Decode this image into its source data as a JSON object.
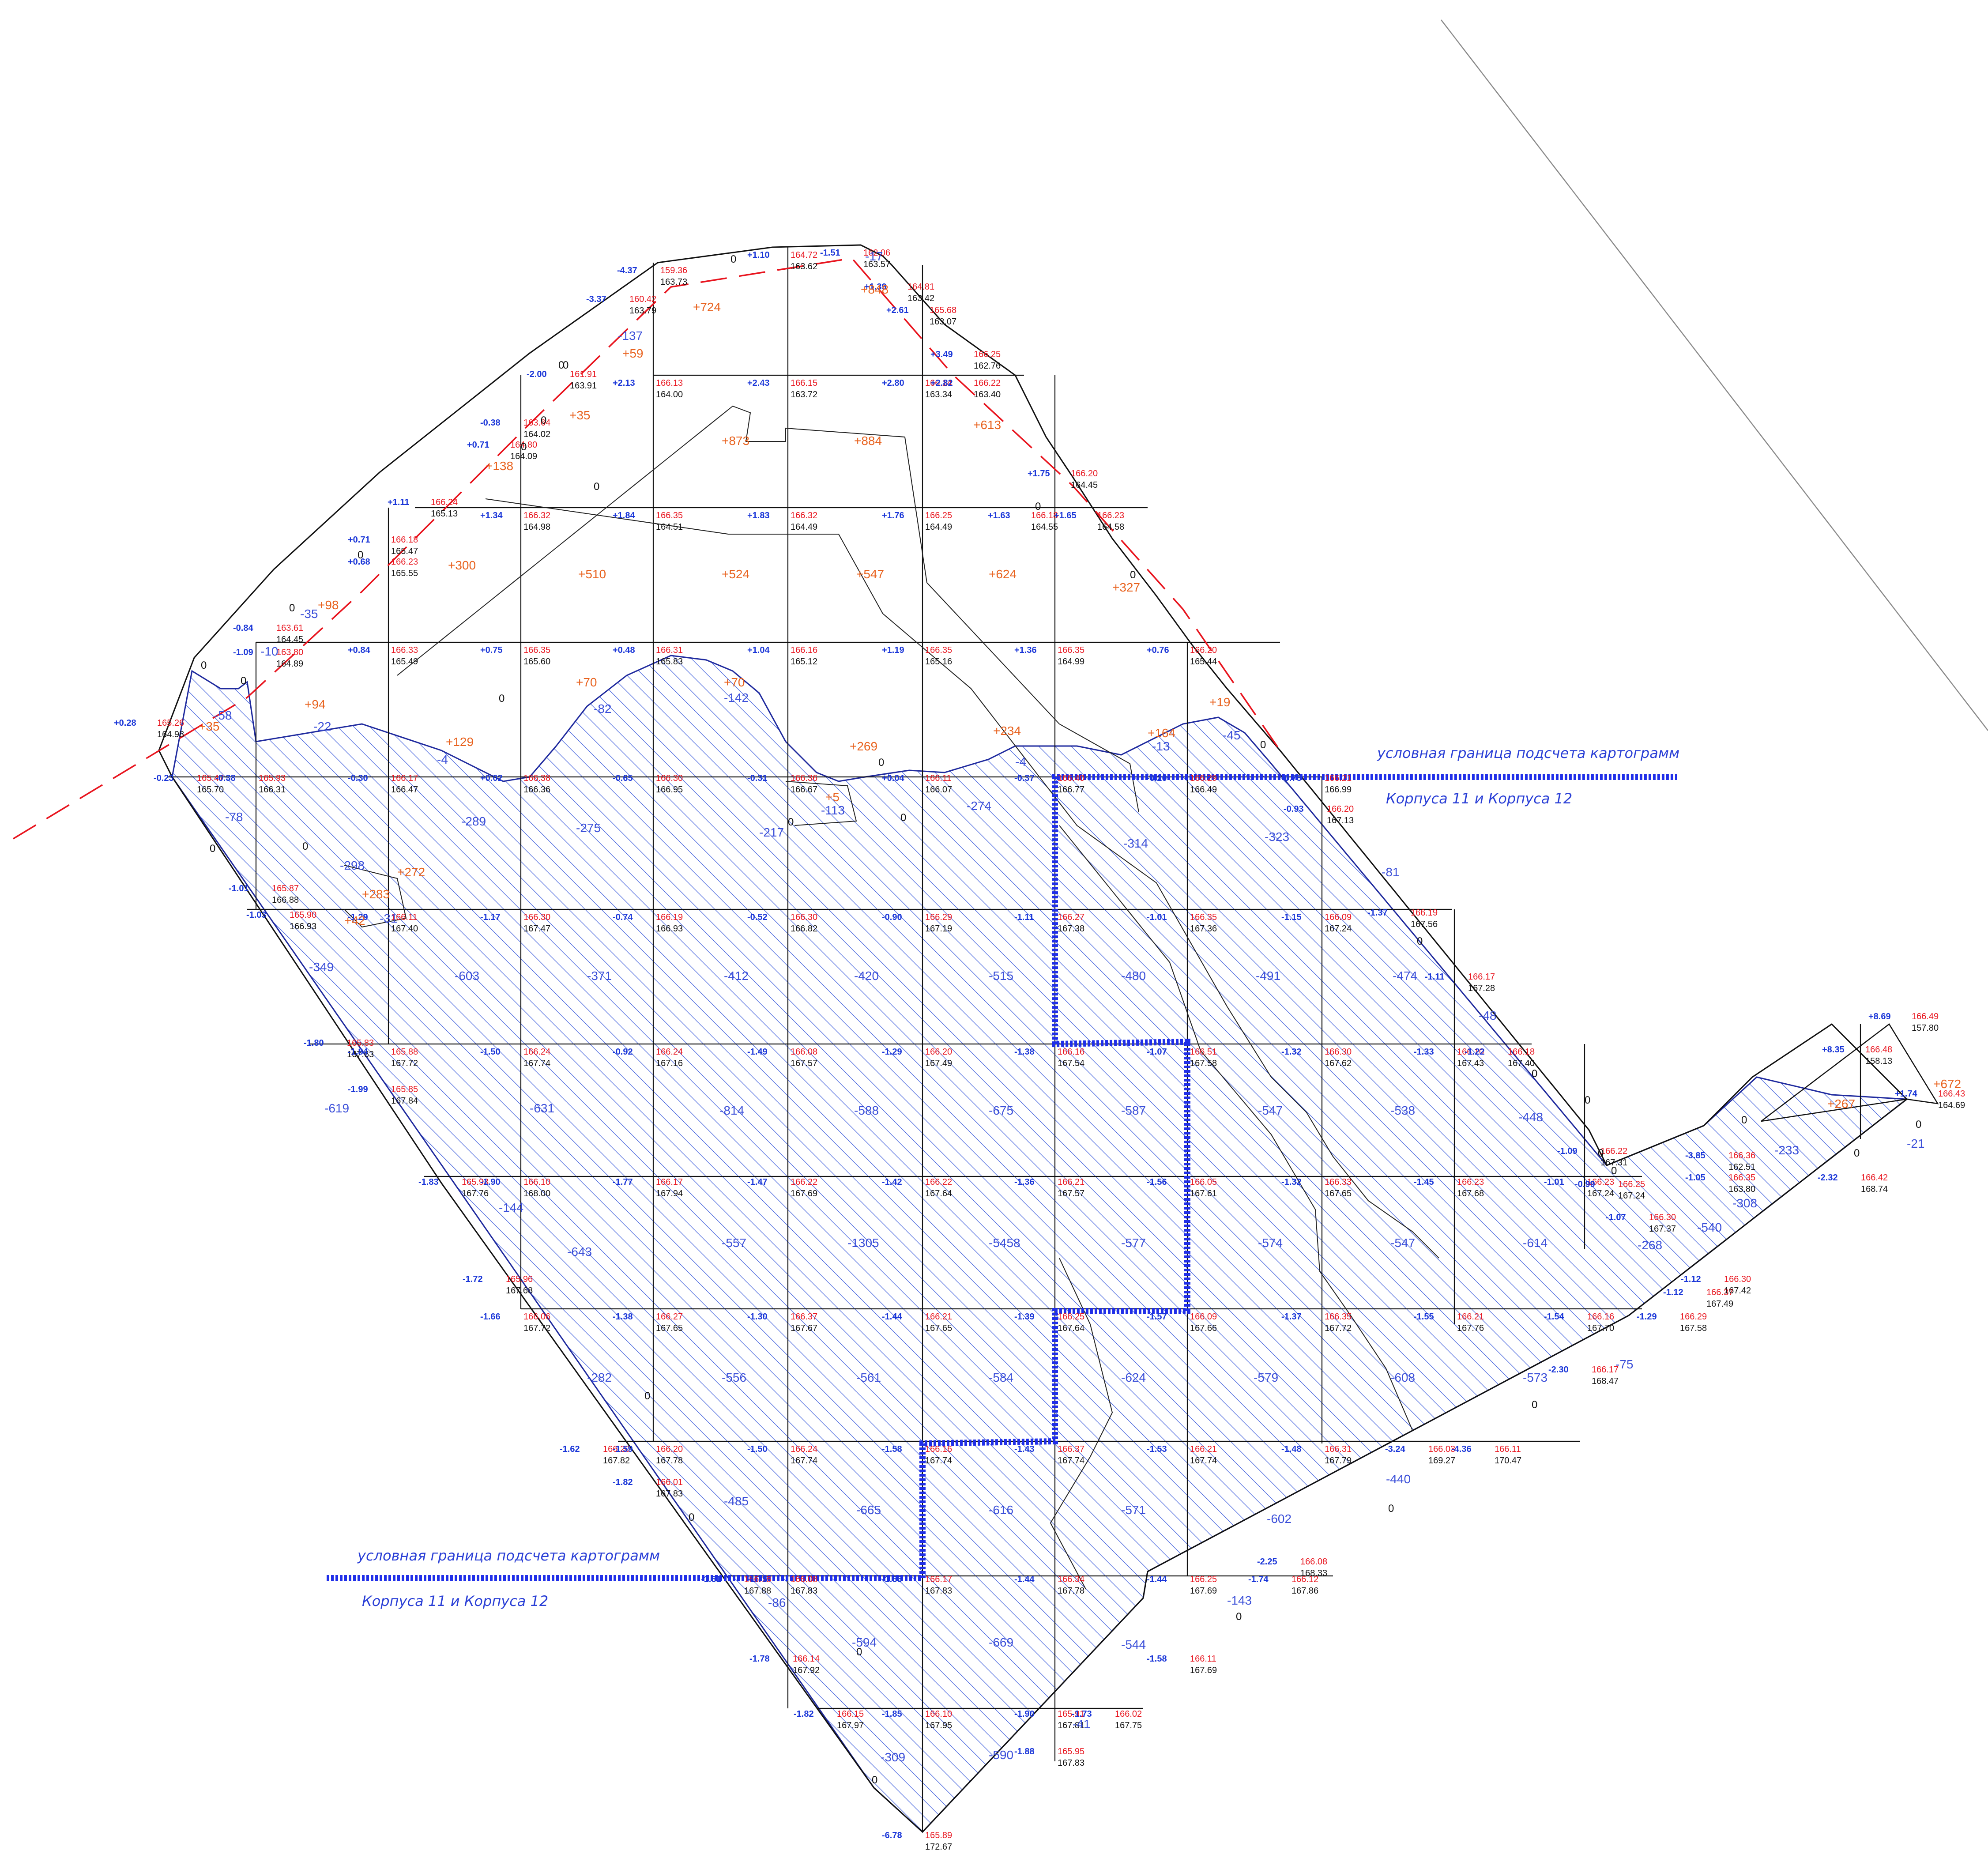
{
  "boundary_notes": [
    {
      "line1": "условная граница подсчета картограмм",
      "line2": "Корпуса 11 и Корпуса 12"
    },
    {
      "line1": "условная граница подсчета картограмм",
      "line2": "Корпуса 11 и Корпуса 12"
    }
  ],
  "colors": {
    "design_elev": "#e8141e",
    "existing_elev": "#111111",
    "work_mark": "#1a36d8",
    "cut_volume": "#3b4fd9",
    "fill_volume": "#e8621e",
    "hatch": "#3b5bdb",
    "boundary": "#1f2ee8"
  },
  "nodes": [
    {
      "w": "-4.37",
      "d": "159.36",
      "e": "163.73"
    },
    {
      "w": "+1.10",
      "d": "164.72",
      "e": "163.62"
    },
    {
      "w": "-1.51",
      "d": "162.06",
      "e": "163.57"
    },
    {
      "w": "-3.37",
      "d": "160.42",
      "e": "163.79"
    },
    {
      "w": "+1.39",
      "d": "164.81",
      "e": "163.42"
    },
    {
      "w": "+2.61",
      "d": "165.68",
      "e": "163.07"
    },
    {
      "w": "+3.49",
      "d": "166.25",
      "e": "162.76"
    },
    {
      "w": "+2.13",
      "d": "166.13",
      "e": "164.00"
    },
    {
      "w": "+2.43",
      "d": "166.15",
      "e": "163.72"
    },
    {
      "w": "+2.80",
      "d": "166.14",
      "e": "163.34"
    },
    {
      "w": "+2.82",
      "d": "166.22",
      "e": "163.40"
    },
    {
      "w": "-2.00",
      "d": "161.91",
      "e": "163.91"
    },
    {
      "w": "-0.38",
      "d": "163.64",
      "e": "164.02"
    },
    {
      "w": "+0.71",
      "d": "164.80",
      "e": "164.09"
    },
    {
      "w": "+1.75",
      "d": "166.20",
      "e": "164.45"
    },
    {
      "w": "+1.11",
      "d": "166.24",
      "e": "165.13"
    },
    {
      "w": "+1.34",
      "d": "166.32",
      "e": "164.98"
    },
    {
      "w": "+1.84",
      "d": "166.35",
      "e": "164.51"
    },
    {
      "w": "+1.83",
      "d": "166.32",
      "e": "164.49"
    },
    {
      "w": "+1.76",
      "d": "166.25",
      "e": "164.49"
    },
    {
      "w": "+1.63",
      "d": "166.18",
      "e": "164.55"
    },
    {
      "w": "+1.65",
      "d": "166.23",
      "e": "164.58"
    },
    {
      "w": "+0.71",
      "d": "166.18",
      "e": "165.47"
    },
    {
      "w": "+0.68",
      "d": "166.23",
      "e": "165.55"
    },
    {
      "w": "-0.84",
      "d": "163.61",
      "e": "164.45"
    },
    {
      "w": "-1.09",
      "d": "163.80",
      "e": "164.89"
    },
    {
      "w": "+0.84",
      "d": "166.33",
      "e": "165.49"
    },
    {
      "w": "+0.75",
      "d": "166.35",
      "e": "165.60"
    },
    {
      "w": "+0.48",
      "d": "166.31",
      "e": "165.83"
    },
    {
      "w": "+1.04",
      "d": "166.16",
      "e": "165.12"
    },
    {
      "w": "+1.19",
      "d": "166.35",
      "e": "165.16"
    },
    {
      "w": "+1.36",
      "d": "166.35",
      "e": "164.99"
    },
    {
      "w": "+0.76",
      "d": "166.20",
      "e": "165.44"
    },
    {
      "w": "+0.28",
      "d": "165.26",
      "e": "164.98"
    },
    {
      "w": "-0.23",
      "d": "165.47",
      "e": "165.70"
    },
    {
      "w": "-0.38",
      "d": "165.93",
      "e": "166.31"
    },
    {
      "w": "-0.30",
      "d": "166.17",
      "e": "166.47"
    },
    {
      "w": "+0.02",
      "d": "166.38",
      "e": "166.36"
    },
    {
      "w": "-0.65",
      "d": "166.30",
      "e": "166.95"
    },
    {
      "w": "-0.31",
      "d": "166.36",
      "e": "166.67"
    },
    {
      "w": "+0.04",
      "d": "166.11",
      "e": "166.07"
    },
    {
      "w": "-0.37",
      "d": "166.40",
      "e": "166.77"
    },
    {
      "w": "-0.20",
      "d": "166.29",
      "e": "166.49"
    },
    {
      "w": "-0.78",
      "d": "166.21",
      "e": "166.99"
    },
    {
      "w": "-0.93",
      "d": "166.20",
      "e": "167.13"
    },
    {
      "w": "-1.01",
      "d": "165.87",
      "e": "166.88"
    },
    {
      "w": "-1.03",
      "d": "165.90",
      "e": "166.93"
    },
    {
      "w": "-1.29",
      "d": "166.11",
      "e": "167.40"
    },
    {
      "w": "-1.17",
      "d": "166.30",
      "e": "167.47"
    },
    {
      "w": "-0.74",
      "d": "166.19",
      "e": "166.93"
    },
    {
      "w": "-0.52",
      "d": "166.30",
      "e": "166.82"
    },
    {
      "w": "-0.90",
      "d": "166.29",
      "e": "167.19"
    },
    {
      "w": "-1.11",
      "d": "166.27",
      "e": "167.38"
    },
    {
      "w": "-1.01",
      "d": "166.35",
      "e": "167.36"
    },
    {
      "w": "-1.15",
      "d": "166.09",
      "e": "167.24"
    },
    {
      "w": "-1.37",
      "d": "166.19",
      "e": "167.56"
    },
    {
      "w": "-1.11",
      "d": "166.17",
      "e": "167.28"
    },
    {
      "w": "-1.80",
      "d": "165.83",
      "e": "167.63"
    },
    {
      "w": "-1.84",
      "d": "165.88",
      "e": "167.72"
    },
    {
      "w": "-1.50",
      "d": "166.24",
      "e": "167.74"
    },
    {
      "w": "-0.92",
      "d": "166.24",
      "e": "167.16"
    },
    {
      "w": "-1.49",
      "d": "166.08",
      "e": "167.57"
    },
    {
      "w": "-1.29",
      "d": "166.20",
      "e": "167.49"
    },
    {
      "w": "-1.38",
      "d": "166.16",
      "e": "167.54"
    },
    {
      "w": "-1.07",
      "d": "166.51",
      "e": "167.58"
    },
    {
      "w": "-1.32",
      "d": "166.30",
      "e": "167.62"
    },
    {
      "w": "-1.33",
      "d": "166.10",
      "e": "167.43"
    },
    {
      "w": "-1.22",
      "d": "166.18",
      "e": "167.40"
    },
    {
      "w": "-1.99",
      "d": "165.85",
      "e": "167.84"
    },
    {
      "w": "-1.83",
      "d": "165.93",
      "e": "167.76"
    },
    {
      "w": "-1.90",
      "d": "166.10",
      "e": "168.00"
    },
    {
      "w": "-1.77",
      "d": "166.17",
      "e": "167.94"
    },
    {
      "w": "-1.47",
      "d": "166.22",
      "e": "167.69"
    },
    {
      "w": "-1.42",
      "d": "166.22",
      "e": "167.64"
    },
    {
      "w": "-1.36",
      "d": "166.21",
      "e": "167.57"
    },
    {
      "w": "-1.56",
      "d": "166.05",
      "e": "167.61"
    },
    {
      "w": "-1.32",
      "d": "166.33",
      "e": "167.65"
    },
    {
      "w": "-1.45",
      "d": "166.23",
      "e": "167.68"
    },
    {
      "w": "-1.01",
      "d": "166.23",
      "e": "167.24"
    },
    {
      "w": "-1.09",
      "d": "166.22",
      "e": "167.31"
    },
    {
      "w": "-0.99",
      "d": "166.25",
      "e": "167.24"
    },
    {
      "w": "-1.07",
      "d": "166.30",
      "e": "167.37"
    },
    {
      "w": "-1.72",
      "d": "165.96",
      "e": "167.68"
    },
    {
      "w": "-1.66",
      "d": "166.06",
      "e": "167.72"
    },
    {
      "w": "-1.38",
      "d": "166.27",
      "e": "167.65"
    },
    {
      "w": "-1.30",
      "d": "166.37",
      "e": "167.67"
    },
    {
      "w": "-1.44",
      "d": "166.21",
      "e": "167.65"
    },
    {
      "w": "-1.39",
      "d": "166.25",
      "e": "167.64"
    },
    {
      "w": "-1.57",
      "d": "166.09",
      "e": "167.66"
    },
    {
      "w": "-1.37",
      "d": "166.35",
      "e": "167.72"
    },
    {
      "w": "-1.55",
      "d": "166.21",
      "e": "167.76"
    },
    {
      "w": "-1.54",
      "d": "166.16",
      "e": "167.70"
    },
    {
      "w": "-1.29",
      "d": "166.29",
      "e": "167.58"
    },
    {
      "w": "-1.12",
      "d": "166.37",
      "e": "167.49"
    },
    {
      "w": "-2.30",
      "d": "166.17",
      "e": "168.47"
    },
    {
      "w": "-1.62",
      "d": "166.20",
      "e": "167.82"
    },
    {
      "w": "-1.59",
      "d": "166.20",
      "e": "167.78"
    },
    {
      "w": "-1.82",
      "d": "166.01",
      "e": "167.83"
    },
    {
      "w": "-1.50",
      "d": "166.24",
      "e": "167.74"
    },
    {
      "w": "-1.58",
      "d": "166.16",
      "e": "167.74"
    },
    {
      "w": "-1.43",
      "d": "166.37",
      "e": "167.74"
    },
    {
      "w": "-1.53",
      "d": "166.21",
      "e": "167.74"
    },
    {
      "w": "-1.48",
      "d": "166.31",
      "e": "167.79"
    },
    {
      "w": "-3.24",
      "d": "166.03",
      "e": "169.27"
    },
    {
      "w": "-4.36",
      "d": "166.11",
      "e": "170.47"
    },
    {
      "w": "-1.61",
      "d": "166.18",
      "e": "167.88"
    },
    {
      "w": "-1.75",
      "d": "166.08",
      "e": "167.83"
    },
    {
      "w": "-1.66",
      "d": "166.17",
      "e": "167.83"
    },
    {
      "w": "-1.44",
      "d": "166.34",
      "e": "167.78"
    },
    {
      "w": "-1.44",
      "d": "166.25",
      "e": "167.69"
    },
    {
      "w": "-1.74",
      "d": "166.12",
      "e": "167.86"
    },
    {
      "w": "-2.25",
      "d": "166.08",
      "e": "168.33"
    },
    {
      "w": "-1.78",
      "d": "166.14",
      "e": "167.92"
    },
    {
      "w": "-1.58",
      "d": "166.11",
      "e": "167.69"
    },
    {
      "w": "-1.82",
      "d": "166.15",
      "e": "167.97"
    },
    {
      "w": "-1.85",
      "d": "166.10",
      "e": "167.95"
    },
    {
      "w": "-1.90",
      "d": "165.91",
      "e": "167.81"
    },
    {
      "w": "-1.73",
      "d": "166.02",
      "e": "167.75"
    },
    {
      "w": "-1.88",
      "d": "165.95",
      "e": "167.83"
    },
    {
      "w": "-6.78",
      "d": "165.89",
      "e": "172.67"
    },
    {
      "w": "+8.69",
      "d": "166.49",
      "e": "157.80"
    },
    {
      "w": "+8.35",
      "d": "166.48",
      "e": "158.13"
    },
    {
      "w": "+1.74",
      "d": "166.43",
      "e": "164.69"
    },
    {
      "w": "-3.85",
      "d": "166.36",
      "e": "162.51"
    },
    {
      "w": "-1.05",
      "d": "166.35",
      "e": "163.80"
    },
    {
      "w": "-2.32",
      "d": "166.42",
      "e": "168.74"
    },
    {
      "w": "-1.12",
      "d": "166.30",
      "e": "167.42"
    }
  ],
  "volumes": [
    "-137",
    "+59",
    "+724",
    "+848",
    "-17",
    "+35",
    "+873",
    "+884",
    "+613",
    "+138",
    "+300",
    "+510",
    "+524",
    "+547",
    "+624",
    "+327",
    "+98",
    "-10",
    "-35",
    "-58",
    "+94",
    "+35",
    "-22",
    "+70",
    "-82",
    "+70",
    "-142",
    "+269",
    "+234",
    "+164",
    "-45",
    "+19",
    "-13",
    "+129",
    "-4",
    "+5",
    "-113",
    "-274",
    "-4",
    "-78",
    "-289",
    "-275",
    "-217",
    "-314",
    "-323",
    "-298",
    "+272",
    "+283",
    "+42",
    "-81",
    "-31",
    "-349",
    "-603",
    "-371",
    "-412",
    "-420",
    "-515",
    "-480",
    "-491",
    "-474",
    "-48",
    "-619",
    "-631",
    "-814",
    "-588",
    "-675",
    "-587",
    "-547",
    "-538",
    "-448",
    "-144",
    "-643",
    "-557",
    "-1305",
    "-5458",
    "-577",
    "-574",
    "-547",
    "-614",
    "-268",
    "-282",
    "-556",
    "-561",
    "-584",
    "-624",
    "-579",
    "-608",
    "-573",
    "-75",
    "-485",
    "-665",
    "-616",
    "-571",
    "-602",
    "-440",
    "-86",
    "-594",
    "-669",
    "-544",
    "-143",
    "-309",
    "-590",
    "-41",
    "+267",
    "+672",
    "-233",
    "-21",
    "-308",
    "-540"
  ],
  "zero_label": "0"
}
